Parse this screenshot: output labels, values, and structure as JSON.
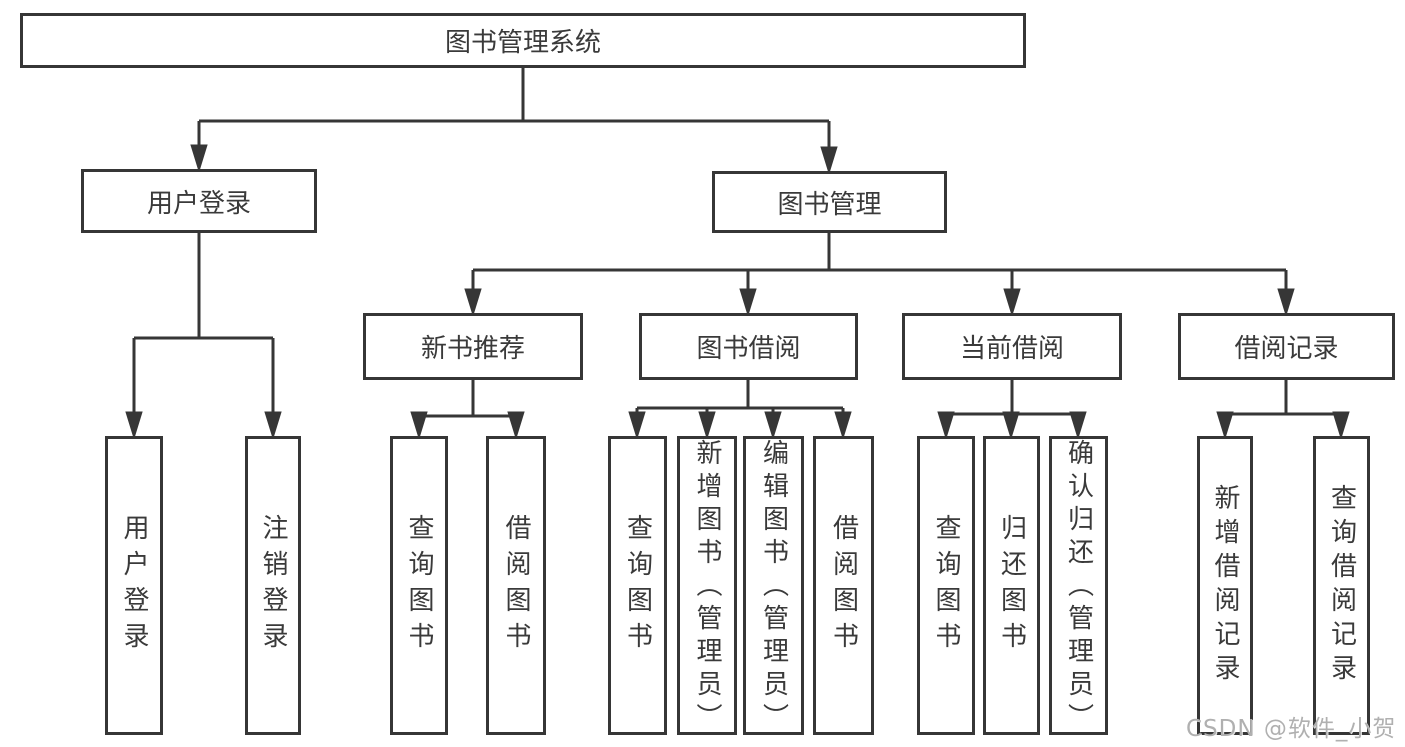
{
  "diagram_title": "图书管理系统",
  "colors": {
    "line": "#363636",
    "text": "#3a3a3a",
    "watermark": "#b0b0b0",
    "background": "#ffffff"
  },
  "nodes": {
    "root": "图书管理系统",
    "level2": {
      "user_login": "用户登录",
      "book_management": "图书管理"
    },
    "level3": {
      "new_book_recommend": "新书推荐",
      "book_borrow": "图书借阅",
      "current_borrow": "当前借阅",
      "borrow_records": "借阅记录"
    },
    "leaves": {
      "user_login": "用户登录",
      "logout": "注销登录",
      "nb_query_books": "查询图书",
      "nb_borrow_books": "借阅图书",
      "bb_query_books": "查询图书",
      "bb_add_books": "新增图书（管理员）",
      "bb_edit_books": "编辑图书（管理员）",
      "bb_borrow_books": "借阅图书",
      "cb_query_books": "查询图书",
      "cb_return_books": "归还图书",
      "cb_confirm_return": "确认归还（管理员）",
      "br_add_record": "新增借阅记录",
      "br_query_record": "查询借阅记录"
    }
  },
  "watermark": "CSDN @软件_小贺同学"
}
